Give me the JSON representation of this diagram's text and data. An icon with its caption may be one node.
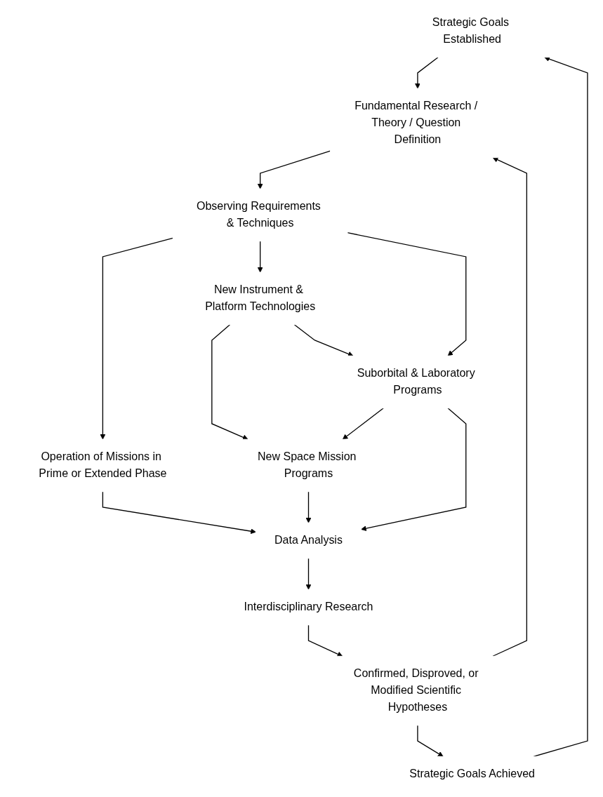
{
  "diagram": {
    "nodes": [
      {
        "text": [
          "Strategic Goals Established"
        ]
      },
      {
        "text": [
          "Fundamental Research / Theory / Question Definition"
        ]
      },
      {
        "text": [
          "Observing Requirements & Techniques"
        ]
      },
      {
        "text": [
          "New Instrument & Platform Technologies"
        ]
      },
      {
        "text": [
          "Operation of Missions in Prime or Extended Phase"
        ]
      },
      {
        "text": [
          "New Space Mission Programs"
        ]
      },
      {
        "text": [
          "Suborbital & Laboratory Programs"
        ]
      },
      {
        "text": [
          "Data Analysis"
        ]
      },
      {
        "text": [
          "Interdisciplinary Research"
        ]
      },
      {
        "text": [
          "Confirmed, Disproved, or Modified Scientific Hypotheses"
        ]
      },
      {
        "text": [
          "Strategic Goals Achieved"
        ]
      }
    ],
    "edges": [
      {
        "from": 0,
        "to": 1,
        "arrow": "to"
      },
      {
        "from": 1,
        "to": 2,
        "arrow": "to"
      },
      {
        "from": 2,
        "to": 4,
        "arrow": "to"
      },
      {
        "from": 2,
        "to": 3,
        "arrow": "to"
      },
      {
        "from": 2,
        "to": 6,
        "arrow": "to"
      },
      {
        "from": 3,
        "to": 5,
        "arrow": "to"
      },
      {
        "from": 3,
        "to": 6,
        "arrow": "to"
      },
      {
        "from": 6,
        "to": 5,
        "arrow": "to"
      },
      {
        "from": 4,
        "to": 7,
        "arrow": "to"
      },
      {
        "from": 5,
        "to": 7,
        "arrow": "to"
      },
      {
        "from": 6,
        "to": 7,
        "arrow": "to"
      },
      {
        "from": 7,
        "to": 8,
        "arrow": "to"
      },
      {
        "from": 8,
        "to": 9,
        "arrow": "to"
      },
      {
        "from": 9,
        "to": 1,
        "arrow": "to"
      },
      {
        "from": 9,
        "to": 10,
        "arrow": "to"
      },
      {
        "from": 10,
        "to": 0,
        "arrow": "to"
      }
    ]
  }
}
